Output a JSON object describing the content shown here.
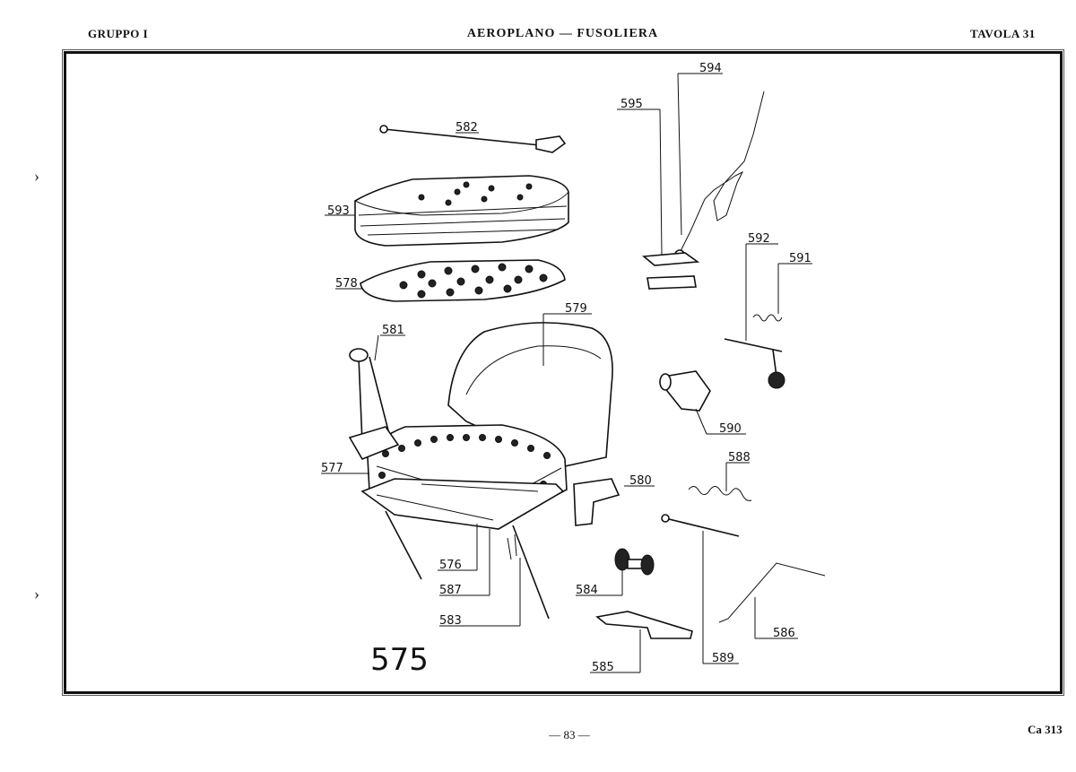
{
  "header": {
    "left": "GRUPPO I",
    "center": "AEROPLANO — FUSOLIERA",
    "right": "TAVOLA 31"
  },
  "footer": {
    "page": "— 83 —",
    "code": "Ca 313"
  },
  "assembly_number": "575",
  "parts": {
    "p576": "576",
    "p577": "577",
    "p578": "578",
    "p579": "579",
    "p580": "580",
    "p581": "581",
    "p582": "582",
    "p583": "583",
    "p584": "584",
    "p585": "585",
    "p586": "586",
    "p587": "587",
    "p588": "588",
    "p589": "589",
    "p590": "590",
    "p591": "591",
    "p592": "592",
    "p593": "593",
    "p594": "594",
    "p595": "595"
  }
}
